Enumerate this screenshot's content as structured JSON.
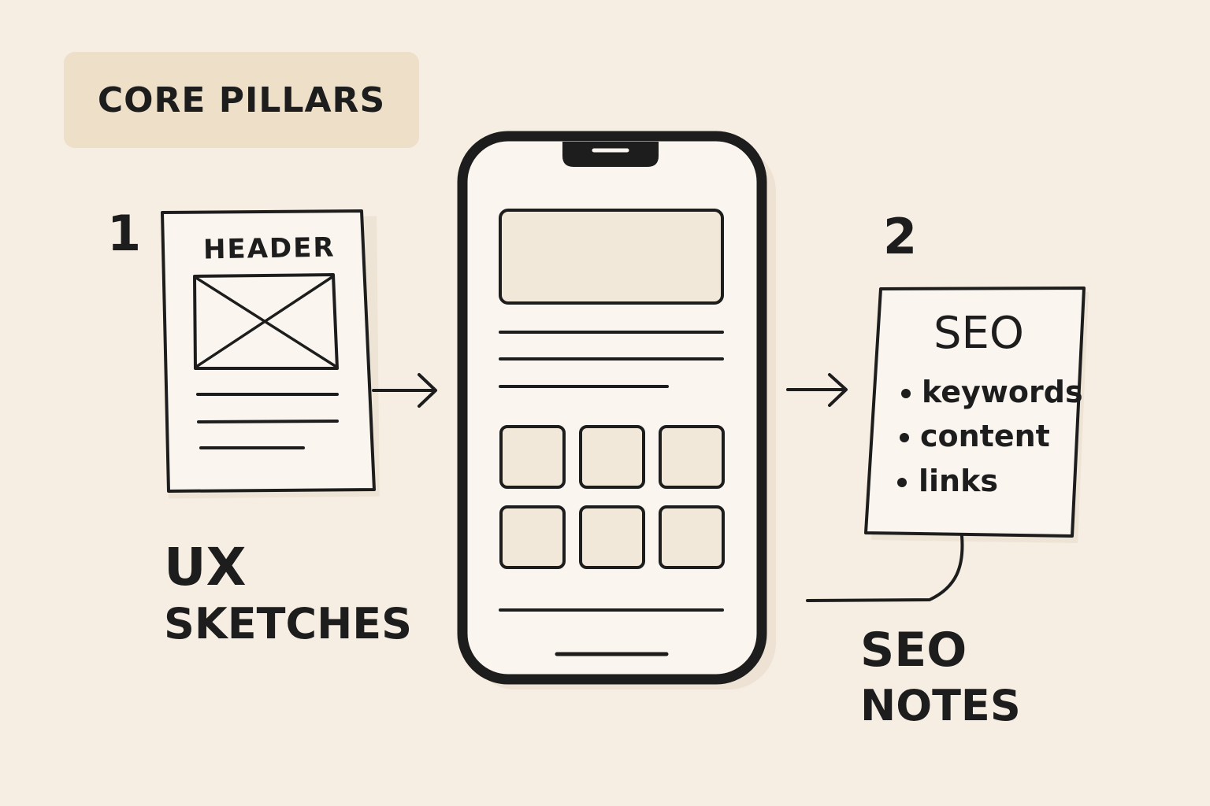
{
  "badge": {
    "label": "CORE PILLARS"
  },
  "step1": {
    "number": "1",
    "sketch_header": "HEADER",
    "title": "UX",
    "subtitle": "SKETCHES"
  },
  "step2": {
    "number": "2",
    "note_title": "SEO",
    "note_items": [
      "keywords",
      "content",
      "links"
    ],
    "title": "SEO",
    "subtitle": "NOTES"
  },
  "colors": {
    "background": "#f6eee3",
    "badge": "#eedfc9",
    "ink": "#1d1d1d",
    "paper": "#faf5ee",
    "placeholder_fill": "#f1e8da"
  },
  "icons": [
    "wireframe-sketch",
    "smartphone-wireframe",
    "seo-sticky-note",
    "arrow-right"
  ]
}
